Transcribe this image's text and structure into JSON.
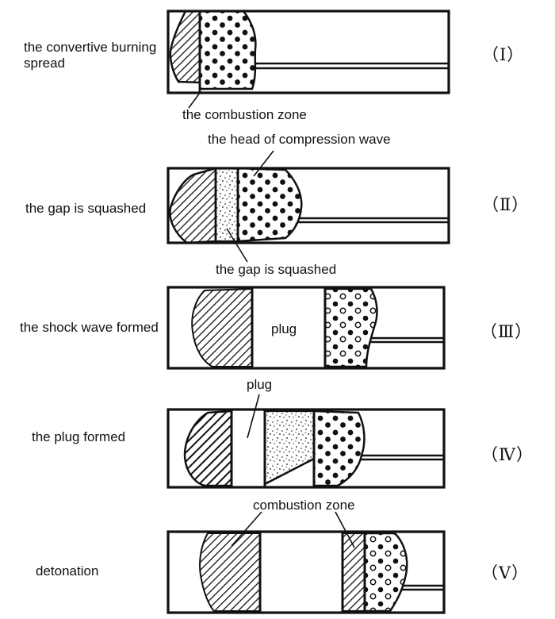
{
  "stages": [
    {
      "label": "the convertive burning spread",
      "numeral": "（Ⅰ）"
    },
    {
      "label": "the gap is squashed",
      "numeral": "（Ⅱ）"
    },
    {
      "label": "the shock wave formed",
      "numeral": "（Ⅲ）"
    },
    {
      "label": "the plug formed",
      "numeral": "（Ⅳ）"
    },
    {
      "label": "detonation",
      "numeral": "（Ⅴ）"
    }
  ],
  "annotations": {
    "combustion_zone_1": "the combustion zone",
    "compression_head": "the head of compression wave",
    "gap_squashed": "the gap is squashed",
    "plug_3": "plug",
    "plug_4": "plug",
    "combustion_zone_5": "combustion zone"
  },
  "colors": {
    "ink": "#111111",
    "paper": "#ffffff"
  }
}
